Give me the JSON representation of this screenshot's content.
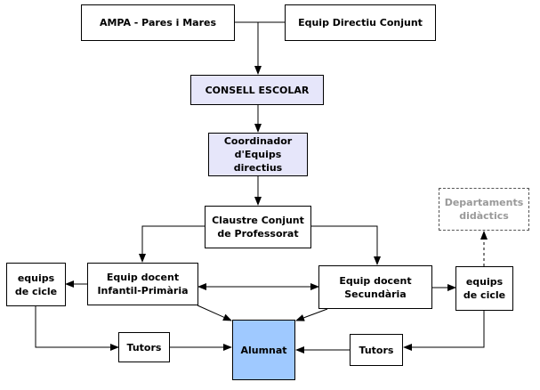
{
  "nodes": {
    "ampa": "AMPA - Pares i Mares",
    "equip_directiu": "Equip Directiu Conjunt",
    "consell": "CONSELL ESCOLAR",
    "coordinador": "Coordinador\nd'Equips directius",
    "claustre": "Claustre Conjunt\nde Professorat",
    "equips_cicle_left": "equips\nde cicle",
    "equip_infantil": "Equip docent\nInfantil-Primària",
    "equip_secundaria": "Equip docent\nSecundària",
    "equips_cicle_right": "equips\nde cicle",
    "departaments": "Departaments\ndidàctics",
    "tutors_left": "Tutors",
    "alumnat": "Alumnat",
    "tutors_right": "Tutors"
  },
  "colors": {
    "highlight": "#e6e6fa",
    "alumnat": "#9fc9ff",
    "dashed_text": "#999999"
  }
}
